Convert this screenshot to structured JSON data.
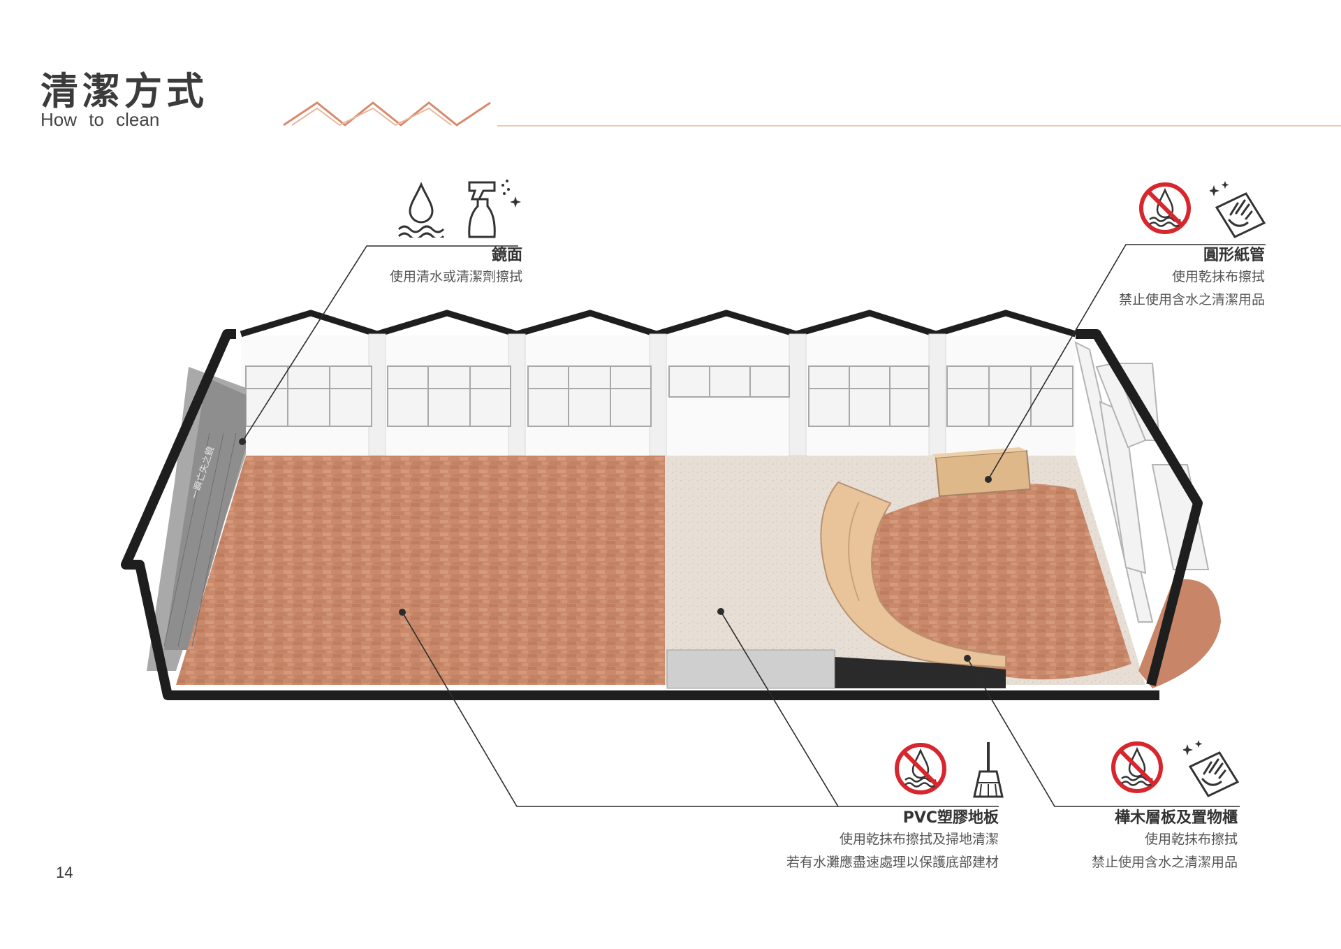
{
  "header": {
    "title": "清潔方式",
    "subtitle": "How to clean"
  },
  "colors": {
    "accent": "#d9896a",
    "prohibit": "#d7262d",
    "wood_floor": "#c98a6a",
    "terrazzo": "#e6ddd4",
    "birch": "#e9c49a"
  },
  "labels": {
    "mirror": {
      "title": "鏡面",
      "lines": [
        "使用清水或清潔劑擦拭"
      ],
      "icons": [
        "water-drop-icon",
        "spray-bottle-icon"
      ]
    },
    "tube": {
      "title": "圓形紙管",
      "lines": [
        "使用乾抹布擦拭",
        "禁止使用含水之清潔用品"
      ],
      "icons": [
        "no-water-icon",
        "dry-cloth-icon"
      ]
    },
    "pvc": {
      "title": "PVC塑膠地板",
      "lines": [
        "使用乾抹布擦拭及掃地清潔",
        "若有水灘應盡速處理以保護底部建材"
      ],
      "icons": [
        "no-water-icon",
        "broom-icon"
      ]
    },
    "birch": {
      "title": "樺木層板及置物櫃",
      "lines": [
        "使用乾抹布擦拭",
        "禁止使用含水之清潔用品"
      ],
      "icons": [
        "no-water-icon",
        "dry-cloth-icon"
      ]
    }
  },
  "mirror_sign": "一瞬亡失之鏡",
  "page_number": "14"
}
